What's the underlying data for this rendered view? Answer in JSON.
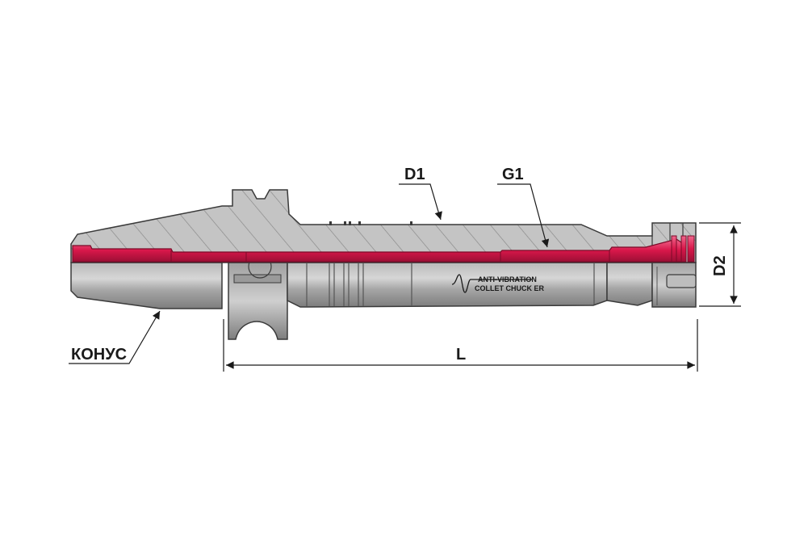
{
  "labels": {
    "d1": "D1",
    "g1": "G1",
    "d2": "D2",
    "length": "L",
    "taper": "КОНУС"
  },
  "engraving": {
    "line1": "ANTI-VIBRATION",
    "line2": "COLLET CHUCK ER"
  },
  "colors": {
    "body_light": "#c8c8c8",
    "body_dark": "#8e8e8e",
    "coolant_red": "#d8174a",
    "outline": "#3a3a3a",
    "dimension": "#1a1a1a"
  }
}
